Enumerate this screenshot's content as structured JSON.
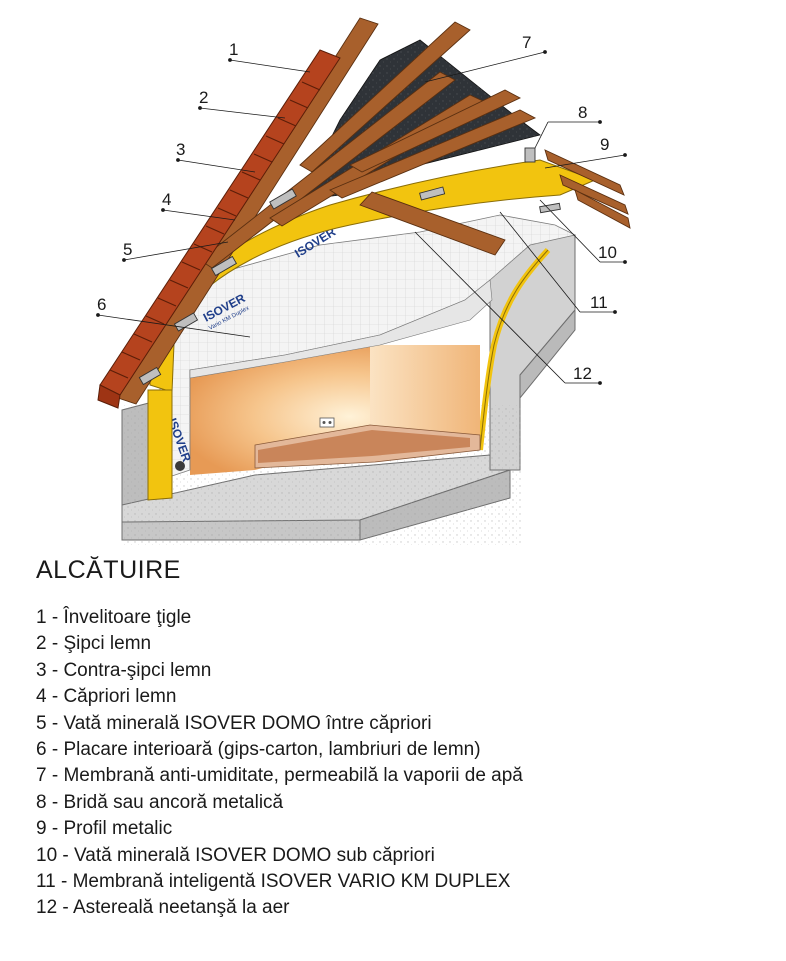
{
  "diagram": {
    "callouts": [
      "1",
      "2",
      "3",
      "4",
      "5",
      "6",
      "7",
      "8",
      "9",
      "10",
      "11",
      "12"
    ],
    "brand_logo": "ISOVER",
    "brand_sub": "Vario KM Duplex"
  },
  "legend": {
    "title": "ALCĂTUIRE",
    "items": [
      "1 - Învelitoare ţigle",
      "2 - Şipci lemn",
      "3 - Contra-şipci lemn",
      "4 - Căpriori lemn",
      "5 - Vată minerală ISOVER DOMO între căpriori",
      "6 - Placare interioară (gips-carton, lambriuri de lemn)",
      "7 - Membrană anti-umiditate, permeabilă la vaporii de apă",
      "8 - Bridă sau ancoră metalică",
      "9 - Profil metalic",
      "10 - Vată minerală ISOVER DOMO sub căpriori",
      "11 - Membrană inteligentă ISOVER VARIO KM DUPLEX",
      "12 - Astereală neetanşă la aer"
    ]
  },
  "colors": {
    "tile": "#b5431e",
    "timber": "#a8602c",
    "insulation": "#f2c40f",
    "membrane": "#2f3338",
    "concrete": "#cfcfcf",
    "floor": "#c9855a"
  }
}
